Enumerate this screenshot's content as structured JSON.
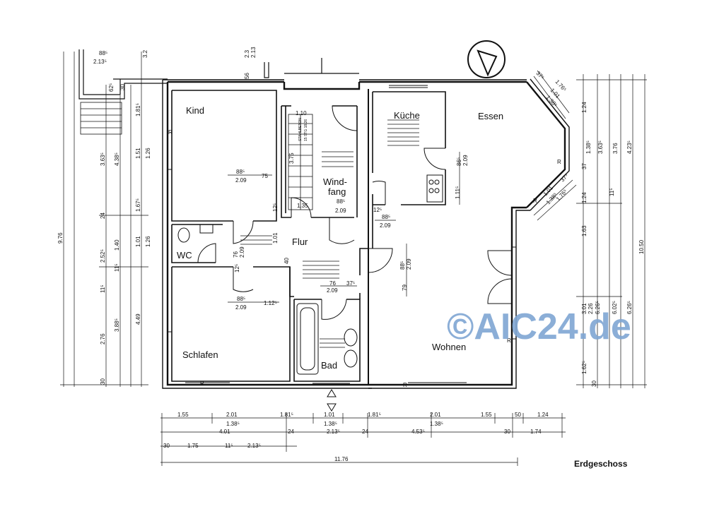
{
  "rooms": {
    "kind": "Kind",
    "essen": "Essen",
    "kueche": "Küche",
    "wind": "Wind-",
    "fang": "fang",
    "flur": "Flur",
    "wc": "WC",
    "schlafen": "Schlafen",
    "bad": "Bad",
    "wohnen": "Wohnen"
  },
  "caption": "Erdgeschoss",
  "watermark": "©AIC24.de",
  "stair_note_1": "STAHLBETON",
  "stair_note_2": "15 STG 18/26",
  "bottom_dims": {
    "row1": [
      "1.55",
      "2.01",
      "1.81⁵",
      "1.01",
      "1.81⁵",
      "2.01",
      "1.55",
      "50",
      "1.24"
    ],
    "row2": [
      "1.38⁵",
      "1.38⁵",
      "1.38⁵"
    ],
    "row3": [
      "4.01",
      "24",
      "2.13⁵",
      "24",
      "4.53⁵",
      "30",
      "1.74"
    ],
    "row4": [
      "30",
      "1.75",
      "11⁵",
      "2.13⁵"
    ],
    "total": "11.76"
  },
  "left_dims": [
    "9.76",
    "3.63⁵",
    "4.38⁵",
    "1.51",
    "1.26",
    "1.81⁵",
    "1.67⁵",
    "1.40",
    "1.01",
    "1.26",
    "2.52⁵",
    "11⁵",
    "3.88⁵",
    "4.49",
    "2.76",
    "30",
    "24",
    "11⁵"
  ],
  "right_dims": [
    "1.24",
    "1.38⁵",
    "3.63⁵",
    "3.76",
    "4.23⁵",
    "1.24",
    "1.63",
    "10.50",
    "3.01",
    "2.26",
    "6.26⁵",
    "6.02⁵",
    "6.26⁵",
    "1.62⁵",
    "30",
    "37",
    "11⁵"
  ],
  "top_dims": [
    "88⁵",
    "2.13⁵",
    "62⁵",
    "3.2",
    "2.3",
    "2.13",
    "56",
    "30"
  ],
  "bay_dims": [
    "1.76⁵",
    "1.01",
    "1.38⁵",
    "37⁵",
    "1.01",
    "1.38⁵",
    "1.76⁵",
    "37⁵"
  ],
  "interior_dims": [
    "88⁵",
    "2.09",
    "75",
    "1.10",
    "3.75",
    "88⁵",
    "2.09",
    "1.35",
    "12⁵",
    "88⁵",
    "2.09",
    "1.11⁵",
    "86⁵",
    "2.09",
    "88⁵",
    "2.09",
    "79",
    "76",
    "2.09",
    "37⁵",
    "88⁵",
    "2.09",
    "1.12⁵",
    "76",
    "2.09",
    "12⁵",
    "1.01",
    "12⁵",
    "40"
  ],
  "markers": {
    "r": "R"
  }
}
